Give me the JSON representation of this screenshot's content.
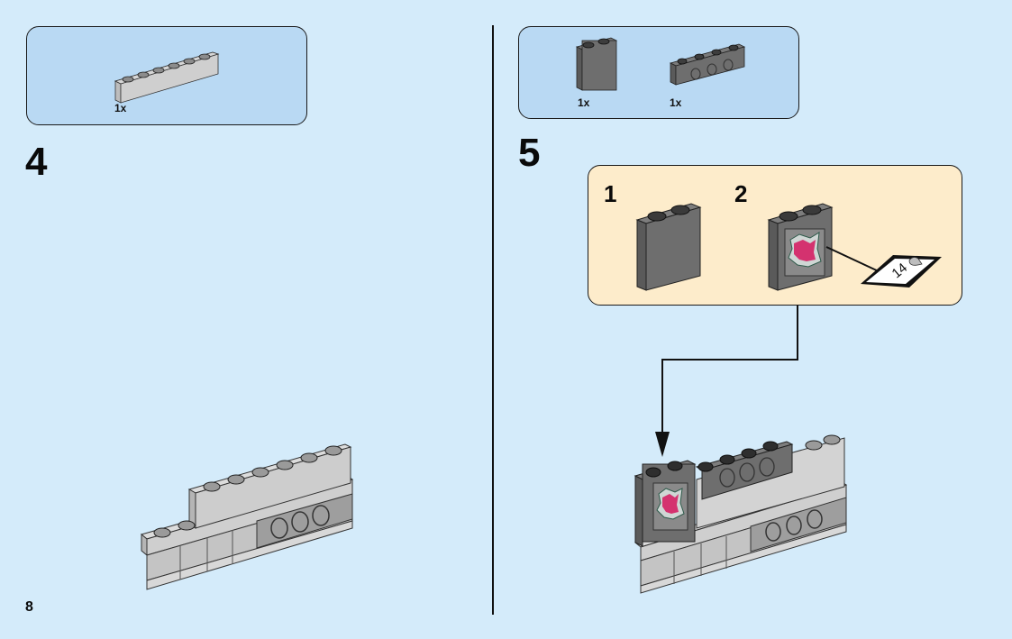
{
  "page": {
    "number": "8"
  },
  "colors": {
    "background": "#d4ebfa",
    "parts_box": "#b9d9f3",
    "callout": "#fdeccb",
    "light_gray_brick": "#c8c8c8",
    "dark_gray_brick": "#6b6b6b",
    "sticker_magenta": "#d4326f"
  },
  "steps": [
    {
      "number": "4",
      "parts": [
        {
          "name": "brick-1x6-light-gray",
          "quantity": "1x"
        }
      ]
    },
    {
      "number": "5",
      "parts": [
        {
          "name": "brick-1x2x2-dark-gray",
          "quantity": "1x"
        },
        {
          "name": "technic-brick-1x4-dark-gray",
          "quantity": "1x"
        }
      ],
      "sub_steps": [
        {
          "number": "1"
        },
        {
          "number": "2",
          "sticker_label": "14"
        }
      ]
    }
  ]
}
